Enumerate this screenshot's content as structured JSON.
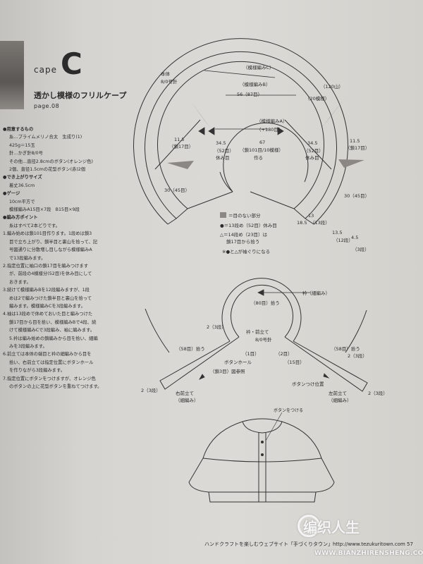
{
  "header": {
    "cape_word": "cape",
    "cape_letter": "C",
    "title": "透かし模様のフリルケープ",
    "page_ref": "page.08"
  },
  "instructions": [
    {
      "t": "●用意するもの",
      "h": true
    },
    {
      "t": "糸…プライムメリノ合太　生成り(1)",
      "i": true
    },
    {
      "t": "425g＝15玉",
      "i": true
    },
    {
      "t": "針…かぎ針8/0号",
      "i": true
    },
    {
      "t": "その他…直径2.8cmのボタン(オレンジ色)",
      "i": true
    },
    {
      "t": "2個、直径1.5cmの花型ボタン(赤)2個",
      "i": true
    },
    {
      "t": "●でき上がりサイズ",
      "h": true
    },
    {
      "t": "着丈36.5cm",
      "i": true
    },
    {
      "t": "●ゲージ",
      "h": true
    },
    {
      "t": "10cm平方で",
      "i": true
    },
    {
      "t": "模様編みA15目×7段　B15目×9段",
      "i": true
    },
    {
      "t": "●編み方ポイント",
      "h": true
    },
    {
      "t": "糸はすべて2本どりです。",
      "i": true
    },
    {
      "t": "1.編み始めは鎖101目作ります。1段めは鎖3"
    },
    {
      "t": "目で立ち上がり、鎖半目と裏山を拾って、記",
      "i": true
    },
    {
      "t": "号図通りに分散増し目しながら模様編みA",
      "i": true
    },
    {
      "t": "で13段編みます。",
      "i": true
    },
    {
      "t": "2.指定位置に袖口の鎖17目を編みつけます"
    },
    {
      "t": "が、前段の4模様分(52目)を休み目にして",
      "i": true
    },
    {
      "t": "おきます。",
      "i": true
    },
    {
      "t": "3.続けて模様編みBを12段編みますが、1段"
    },
    {
      "t": "めは2で編みつけた鎖半目と裏山を拾って",
      "i": true
    },
    {
      "t": "編みます。模様編みCを3段編みます。",
      "i": true
    },
    {
      "t": "4.袖は13段めで休めておいた目と編みつけた"
    },
    {
      "t": "鎖17目から目を拾い、模様編みBで4段、続",
      "i": true
    },
    {
      "t": "けて模様編みCで3段編み、袖に編みます。",
      "i": true
    },
    {
      "t": "5.衿は編み始めの鎖編みから目を拾い、細編",
      "i": true
    },
    {
      "t": "みを3段編みます。",
      "i": true
    },
    {
      "t": "6.前立ては本体の端目と衿の細編みから目を"
    },
    {
      "t": "拾い、右前立ては指定位置にボタンホール",
      "i": true
    },
    {
      "t": "を作りながら3段編みます。",
      "i": true
    },
    {
      "t": "7.指定位置にボタンをつけますが、オレンジ色"
    },
    {
      "t": "のボタンの上に花型ボタンを重ねてつけます。",
      "i": true
    }
  ],
  "top_diagram": {
    "body_label": "本体",
    "body_needle": "8/0号針",
    "pattern_c": "（模様編みC）",
    "pattern_b": "（模様編みB）",
    "b_count": "56（87目）",
    "pattern_a": "（模様編みA）",
    "a_count": "（+180目）",
    "center_num": "67",
    "center_chain": "（鎖101目/10模様）",
    "center_make": "作る",
    "left_115": "11.5",
    "left_chain17": "（鎖17目）",
    "left_345": "34.5",
    "left_52": "（52目）",
    "left_rest": "休み目",
    "right_345": "34.5",
    "right_52": "（52目）",
    "right_rest": "休み目",
    "right_115": "11.5",
    "right_chain17": "（鎖17目）",
    "left_30": "30（45目）",
    "right_30": "30（45目）",
    "c120": "（120山）",
    "c20": "（20模様）",
    "l13": "13",
    "l185": "18.5",
    "l13rows": "（13段）",
    "l135": "13.5",
    "l12rows": "（12段）",
    "l45": "4.5",
    "l3rows": "（3段）",
    "legend1": "＝目のない部分",
    "legend2": "●＝13段め（52目）休み目",
    "legend3a": "△＝14段め（23目）は",
    "legend3b": "鎖17目から拾う",
    "legend4": "※●と△が袖ぐりになる"
  },
  "bottom_diagram": {
    "collar": "衿（細編み）",
    "collar_80": "（80目）拾う",
    "center_title": "衿・前立て",
    "center_needle": "8/0号針",
    "left_2rows": "2（3段）",
    "left_58": "（58目）拾う",
    "left_1": "（1目）",
    "left_buttonhole": "ボタンホール",
    "left_buttonhole2": "（鎖3目）図参照",
    "right_2": "（2目）",
    "right_15": "（15目）",
    "right_58": "（58目）拾う",
    "right_2rows": "2（3段）",
    "right_button": "ボタンつけ位置",
    "left_front": "右前立て",
    "left_front2": "（細編み）",
    "right_front": "左前立て",
    "right_front2": "（細編み）",
    "bl_2": "2（3段）",
    "br_2": "2（3段）"
  },
  "bottom_sketch": {
    "label": "ボタンをつける"
  },
  "footer": {
    "text": "ハンドクラフトを楽しむウェブサイト「手づくりタウン」http://www.tezukuritown.com  57"
  },
  "watermark": {
    "brand": "编织人生",
    "url": "WWW.BIANZHIRENSHENG.COM"
  }
}
